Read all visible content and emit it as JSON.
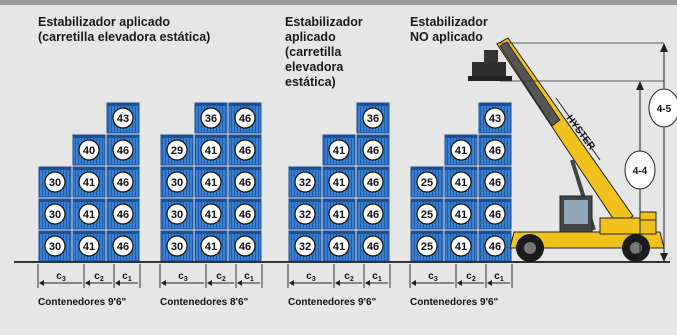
{
  "headings": {
    "group1": "Estabilizador aplicado\n(carretilla elevadora estática)",
    "group3": "Estabilizador\naplicado\n(carretilla\nelevadora\nestática)",
    "group4": "Estabilizador\nNO aplicado"
  },
  "brand": "HYSTER",
  "columns": [
    {
      "group": "g1",
      "col": 1,
      "tiers": [
        30,
        30,
        30
      ]
    },
    {
      "group": "g1",
      "col": 2,
      "tiers": [
        41,
        41,
        41,
        40
      ]
    },
    {
      "group": "g1",
      "col": 3,
      "tiers": [
        46,
        46,
        46,
        46,
        43
      ]
    },
    {
      "group": "g2",
      "col": 1,
      "tiers": [
        30,
        30,
        30,
        29
      ]
    },
    {
      "group": "g2",
      "col": 2,
      "tiers": [
        41,
        41,
        41,
        41,
        36
      ]
    },
    {
      "group": "g2",
      "col": 3,
      "tiers": [
        46,
        46,
        46,
        46,
        46
      ]
    },
    {
      "group": "g3",
      "col": 1,
      "tiers": [
        32,
        32,
        32
      ]
    },
    {
      "group": "g3",
      "col": 2,
      "tiers": [
        41,
        41,
        41,
        41
      ]
    },
    {
      "group": "g3",
      "col": 3,
      "tiers": [
        46,
        46,
        46,
        46,
        36
      ]
    },
    {
      "group": "g4",
      "col": 1,
      "tiers": [
        25,
        25,
        25
      ]
    },
    {
      "group": "g4",
      "col": 2,
      "tiers": [
        41,
        41,
        41,
        41
      ]
    },
    {
      "group": "g4",
      "col": 3,
      "tiers": [
        46,
        46,
        46,
        46,
        43
      ]
    }
  ],
  "clearance_labels": [
    "c3",
    "c2",
    "c1"
  ],
  "footers": {
    "g1": "Contenedores 9'6\"",
    "g2": "Contenedores 8'6\"",
    "g3": "Contenedores 9'6\"",
    "g4": "Contenedores 9'6\""
  },
  "dimensions": [
    "4-4",
    "4-5"
  ],
  "colors": {
    "container": "#3a7fd0",
    "container_dark": "#1c4f94",
    "machine": "#f1c21b",
    "ground": "#333333",
    "background": "#e6e6e6"
  }
}
